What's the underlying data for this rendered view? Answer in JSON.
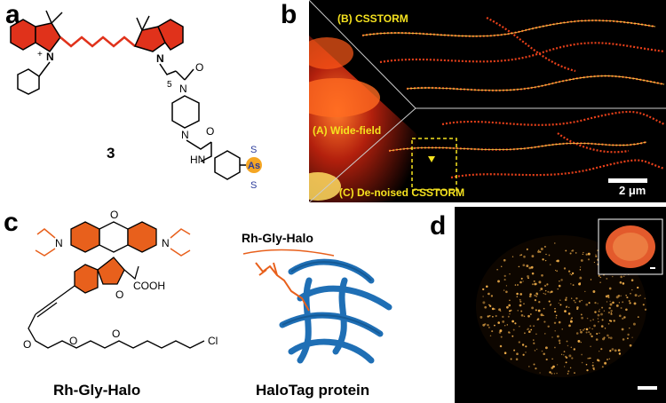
{
  "panels": {
    "a": {
      "letter": "a",
      "compound_number": "3",
      "atoms": {
        "n_left": "N",
        "charge": "+",
        "n_right": "N",
        "subscript": "5",
        "o1": "O",
        "n_pip1": "N",
        "n_pip2": "N",
        "o2": "O",
        "hn": "HN",
        "as": "As",
        "s1": "S",
        "s2": "S"
      },
      "colors": {
        "highlight": "#e0321b",
        "blue": "#2a3a9a",
        "arsenic": "#f5a623"
      }
    },
    "b": {
      "letter": "b",
      "label_top": "(B) CSSTORM",
      "label_mid": "(A) Wide-field",
      "label_bottom": "(C) De-noised CSSTORM",
      "scalebar": "2 μm",
      "colors": {
        "label": "#f5e21f",
        "box": "#f5e21f"
      }
    },
    "c": {
      "letter": "c",
      "atoms": {
        "n_left": "N",
        "n_right": "N",
        "o_ring": "O",
        "o_ketone": "O",
        "cooh": "COOH",
        "o_chain1": "O",
        "o_chain2": "O",
        "o_chain3": "O",
        "cl": "Cl"
      },
      "caption_left": "Rh-Gly-Halo",
      "protein_label": "Rh-Gly-Halo",
      "caption_right": "HaloTag protein",
      "colors": {
        "dye": "#e8601c",
        "protein": "#1f6fb5"
      }
    },
    "d": {
      "letter": "d",
      "colors": {
        "dots": "#f3b04a",
        "background": "#000000"
      }
    }
  }
}
